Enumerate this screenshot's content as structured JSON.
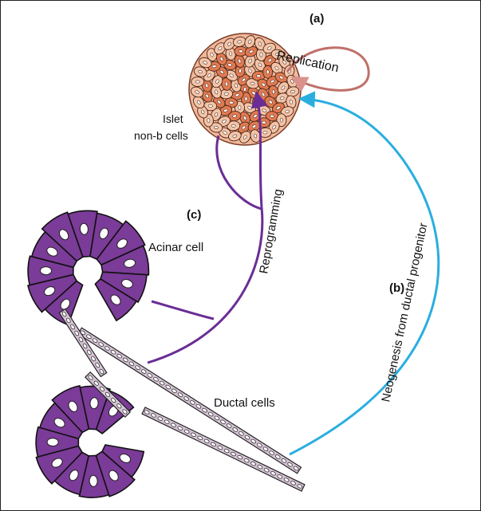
{
  "labels": {
    "panel_a": "(a)",
    "panel_b": "(b)",
    "panel_c": "(c)",
    "replication": "Replication",
    "islet_line1": "Islet",
    "islet_line2": "non-b cells",
    "reprogramming": "Reprogramming",
    "acinar": "Acinar cell",
    "ductal": "Ductal cells",
    "neogenesis": "Neogenesis from ductal progenitor"
  },
  "colors": {
    "replication_arrow": "#c0706a",
    "reprogramming_arrow": "#6a2d95",
    "neogenesis_arrow": "#2aaee0",
    "acinar_fill": "#7b3b98",
    "islet_cell_light": "#f4c4a8",
    "islet_cell_dark": "#e07a52",
    "duct_cell_fill": "#d7c4d6"
  }
}
